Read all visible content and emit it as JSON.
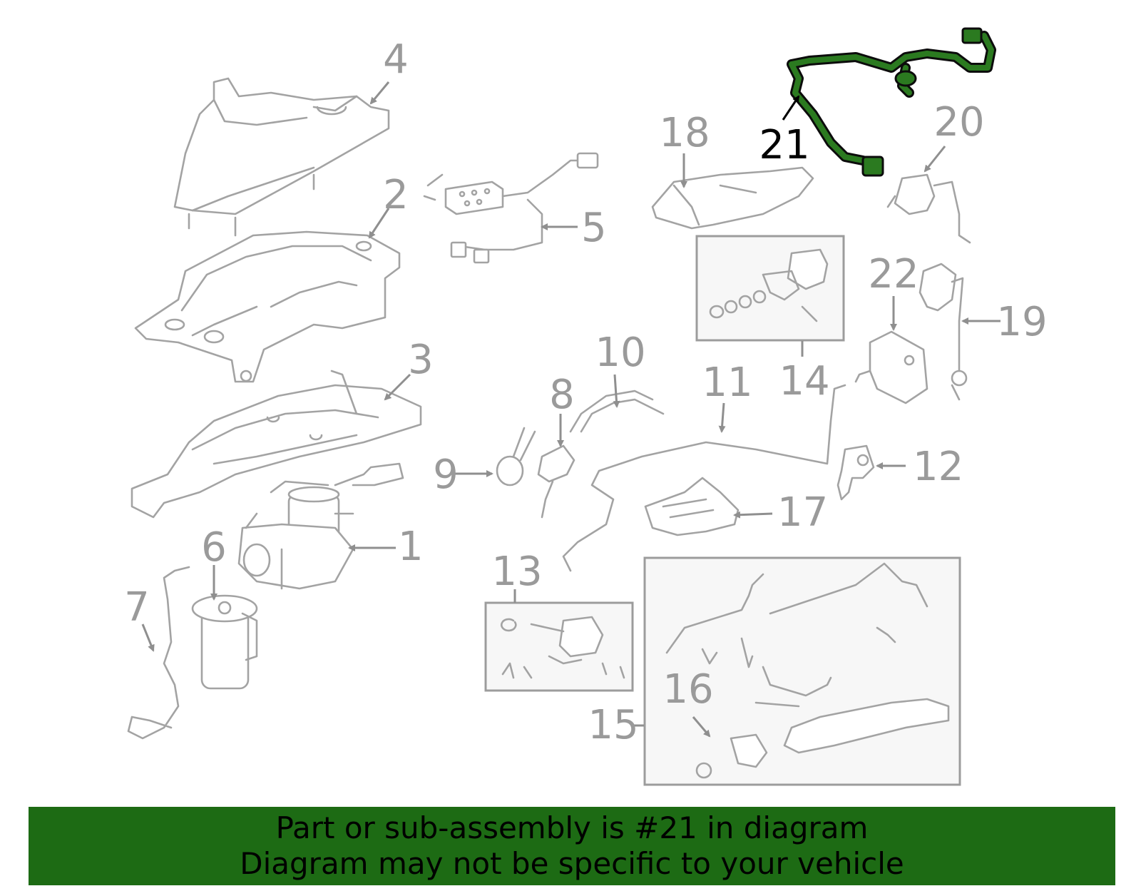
{
  "callouts": {
    "c1": "1",
    "c2": "2",
    "c3": "3",
    "c4": "4",
    "c5": "5",
    "c6": "6",
    "c7": "7",
    "c8": "8",
    "c9": "9",
    "c10": "10",
    "c11": "11",
    "c12": "12",
    "c13": "13",
    "c14": "14",
    "c15": "15",
    "c16": "16",
    "c17": "17",
    "c18": "18",
    "c19": "19",
    "c20": "20",
    "c21": "21",
    "c22": "22"
  },
  "highlight": {
    "part_number": "21",
    "color": "#2b7a20"
  },
  "banner": {
    "line1": "Part or sub-assembly is #21 in diagram",
    "line2": "Diagram may not be specific to your vehicle",
    "background": "#1d6b14"
  }
}
